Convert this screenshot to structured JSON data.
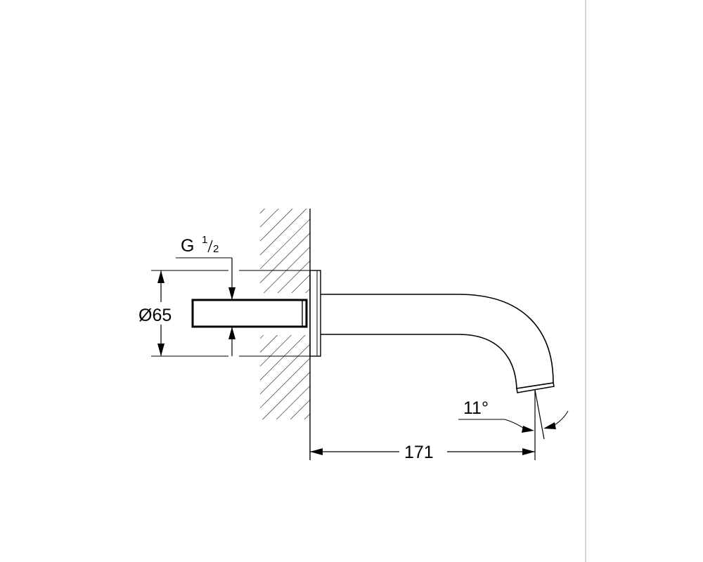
{
  "labels": {
    "thread_main": "G",
    "thread_num": "1",
    "thread_den": "2",
    "diameter": "Ø65",
    "length": "171",
    "angle": "11°"
  },
  "colors": {
    "line": "#000000",
    "frame": "#c8c8c8",
    "background": "#ffffff"
  }
}
